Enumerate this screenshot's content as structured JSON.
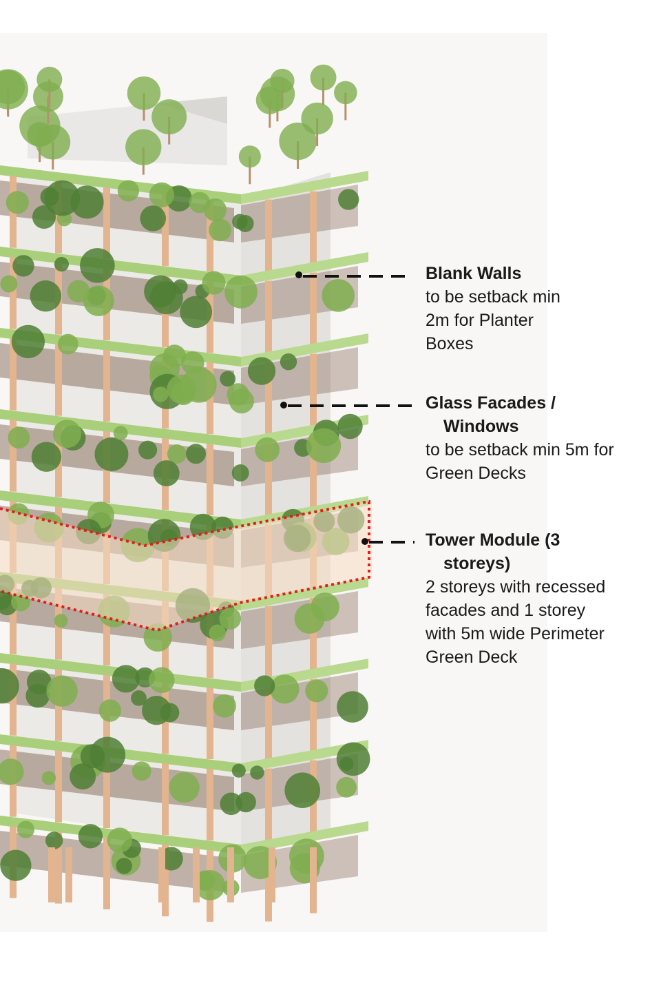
{
  "colors": {
    "background": "#ffffff",
    "panel": "#f8f7f5",
    "greenery": "#7fae4f",
    "greenery_dark": "#4f7f35",
    "deck": "#a9cf7a",
    "timber": "#e2b48f",
    "interior": "#7a5a4a",
    "highlight": "#e01e1e",
    "highlight_fill": "#f6dcc2",
    "leader": "#111111"
  },
  "callouts": [
    {
      "id": "blank-walls",
      "title_lines": [
        "Blank Walls"
      ],
      "body": "to be setback min\n2m for Planter\nBoxes"
    },
    {
      "id": "glass-facades",
      "title_lines": [
        "Glass Facades /",
        "Windows"
      ],
      "body": "to be setback min 5m for\nGreen Decks"
    },
    {
      "id": "tower-module",
      "title_lines": [
        "Tower Module (3",
        "storeys)"
      ],
      "body": "2 storeys with recessed\nfacades and 1 storey\nwith 5m wide Perimeter\nGreen Deck"
    }
  ]
}
